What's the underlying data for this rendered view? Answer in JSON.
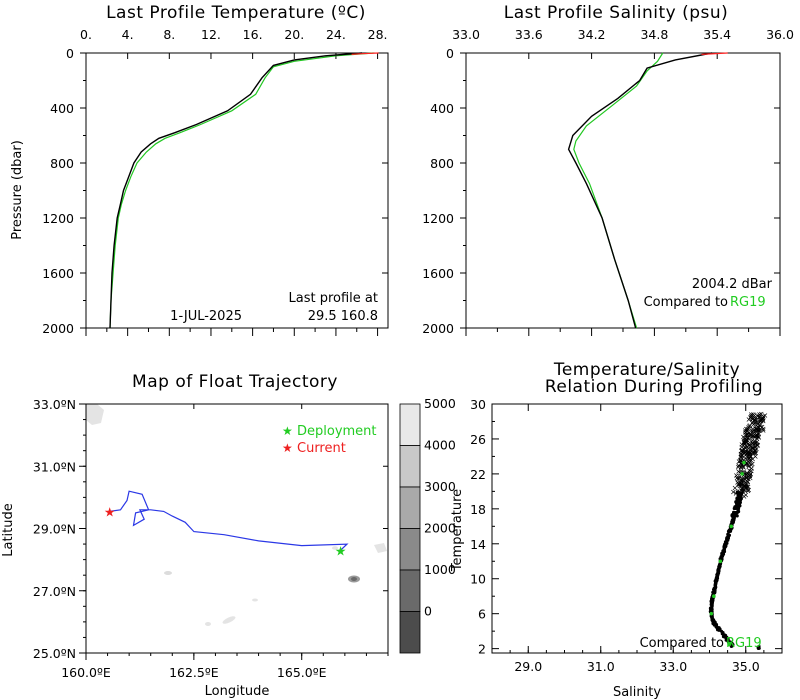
{
  "chart_data": [
    {
      "id": "temp",
      "type": "line",
      "title": "Last Profile Temperature (ºC)",
      "xlabel": "",
      "ylabel": "Pressure (dbar)",
      "x_ticks": [
        "0.",
        "4.",
        "8.",
        "12.",
        "16.",
        "20.",
        "24.",
        "28."
      ],
      "y_ticks": [
        "0",
        "400",
        "800",
        "1200",
        "1600",
        "2000"
      ],
      "xlim": [
        0,
        29
      ],
      "ylim": [
        2000,
        0
      ],
      "notes": [
        "Last profile at",
        "1-JUL-2025",
        "29.5 160.8"
      ],
      "series": [
        {
          "color": "#22c722",
          "values": [
            [
              27.6,
              0
            ],
            [
              24,
              20
            ],
            [
              20,
              60
            ],
            [
              18,
              100
            ],
            [
              17.2,
              180
            ],
            [
              16.3,
              300
            ],
            [
              14,
              420
            ],
            [
              11,
              520
            ],
            [
              9,
              580
            ],
            [
              7.6,
              620
            ],
            [
              6.7,
              660
            ],
            [
              5.8,
              720
            ],
            [
              4.9,
              800
            ],
            [
              4.3,
              900
            ],
            [
              3.8,
              1000
            ],
            [
              3.4,
              1100
            ],
            [
              3.1,
              1200
            ],
            [
              2.8,
              1400
            ],
            [
              2.6,
              1600
            ],
            [
              2.4,
              1800
            ],
            [
              2.3,
              2000
            ]
          ]
        },
        {
          "color": "#000000",
          "values": [
            [
              26.5,
              0
            ],
            [
              23,
              20
            ],
            [
              20,
              50
            ],
            [
              18,
              90
            ],
            [
              16.9,
              180
            ],
            [
              15.8,
              300
            ],
            [
              13.6,
              420
            ],
            [
              10.6,
              520
            ],
            [
              8.5,
              580
            ],
            [
              7,
              620
            ],
            [
              6.2,
              660
            ],
            [
              5.3,
              720
            ],
            [
              4.6,
              800
            ],
            [
              4.1,
              900
            ],
            [
              3.6,
              1000
            ],
            [
              3.3,
              1100
            ],
            [
              3,
              1200
            ],
            [
              2.7,
              1400
            ],
            [
              2.5,
              1600
            ],
            [
              2.4,
              1800
            ],
            [
              2.3,
              2000
            ]
          ]
        },
        {
          "color": "#ff2020",
          "values": [
            [
              28.1,
              0
            ],
            [
              26.5,
              5
            ],
            [
              25.5,
              10
            ]
          ]
        }
      ]
    },
    {
      "id": "sal",
      "type": "line",
      "title": "Last Profile Salinity (psu)",
      "xlabel": "",
      "ylabel": "",
      "x_ticks": [
        "33.0",
        "33.6",
        "34.2",
        "34.8",
        "35.4",
        "36.0"
      ],
      "y_ticks": [
        "0",
        "400",
        "800",
        "1200",
        "1600",
        "2000"
      ],
      "xlim": [
        33,
        36
      ],
      "ylim": [
        2000,
        0
      ],
      "notes": [
        "2004.2 dBar",
        "Compared to ",
        "RG19"
      ],
      "series": [
        {
          "color": "#22c722",
          "values": [
            [
              34.88,
              0
            ],
            [
              34.83,
              60
            ],
            [
              34.73,
              130
            ],
            [
              34.63,
              240
            ],
            [
              34.4,
              380
            ],
            [
              34.15,
              530
            ],
            [
              34.05,
              640
            ],
            [
              34.03,
              700
            ],
            [
              34.08,
              800
            ],
            [
              34.18,
              950
            ],
            [
              34.3,
              1200
            ],
            [
              34.42,
              1500
            ],
            [
              34.55,
              1800
            ],
            [
              34.63,
              2000
            ]
          ]
        },
        {
          "color": "#000000",
          "values": [
            [
              35.35,
              0
            ],
            [
              35,
              50
            ],
            [
              34.73,
              110
            ],
            [
              34.66,
              200
            ],
            [
              34.45,
              330
            ],
            [
              34.2,
              460
            ],
            [
              34.02,
              600
            ],
            [
              33.98,
              700
            ],
            [
              34.05,
              800
            ],
            [
              34.15,
              950
            ],
            [
              34.3,
              1200
            ],
            [
              34.42,
              1500
            ],
            [
              34.55,
              1800
            ],
            [
              34.62,
              2000
            ]
          ]
        },
        {
          "color": "#ff2020",
          "values": [
            [
              35.5,
              0
            ],
            [
              35.25,
              10
            ]
          ]
        }
      ]
    },
    {
      "id": "map",
      "type": "line",
      "title": "Map of Float Trajectory",
      "xlabel": "Longitude",
      "ylabel": "Latitude",
      "x_ticks": [
        "160.0ºE",
        "162.5ºE",
        "165.0ºE"
      ],
      "y_ticks": [
        "33.0ºN",
        "31.0ºN",
        "29.0ºN",
        "27.0ºN",
        "25.0ºN"
      ],
      "xlim": [
        160,
        167
      ],
      "ylim": [
        25,
        33
      ],
      "legend": [
        {
          "label": "Deployment",
          "color": "#22cc22"
        },
        {
          "label": "Current",
          "color": "#ee2020"
        }
      ],
      "colorbar_ticks": [
        "5000",
        "4000",
        "3000",
        "2000",
        "1000",
        "0"
      ],
      "colorbar_colors": [
        "#e8e8e8",
        "#c8c8c8",
        "#a9a9a9",
        "#8a8a8a",
        "#6a6a6a",
        "#4c4c4c"
      ],
      "trajectory": [
        [
          165.9,
          28.3
        ],
        [
          166.05,
          28.5
        ],
        [
          165.0,
          28.45
        ],
        [
          164.0,
          28.6
        ],
        [
          163.2,
          28.8
        ],
        [
          162.5,
          28.9
        ],
        [
          162.3,
          29.2
        ],
        [
          162.0,
          29.4
        ],
        [
          161.8,
          29.55
        ],
        [
          161.5,
          29.6
        ],
        [
          161.25,
          29.6
        ],
        [
          161.35,
          29.3
        ],
        [
          161.1,
          29.1
        ],
        [
          161.15,
          29.5
        ],
        [
          161.45,
          29.6
        ],
        [
          161.3,
          30.1
        ],
        [
          161.0,
          30.2
        ],
        [
          160.95,
          29.9
        ],
        [
          160.8,
          29.6
        ],
        [
          160.55,
          29.55
        ]
      ],
      "deployment": [
        165.9,
        28.3
      ],
      "current": [
        160.55,
        29.55
      ]
    },
    {
      "id": "ts",
      "type": "scatter",
      "title": "Temperature/Salinity",
      "subtitle": "Relation During Profiling",
      "xlabel": "Salinity",
      "ylabel": "Temperature",
      "x_ticks": [
        "29.0",
        "31.0",
        "33.0",
        "35.0"
      ],
      "y_ticks": [
        "2",
        "6",
        "10",
        "14",
        "18",
        "22",
        "26",
        "30"
      ],
      "xlim": [
        28,
        36
      ],
      "ylim": [
        1.5,
        30
      ],
      "notes": [
        "Compared to ",
        "RG19"
      ]
    }
  ]
}
